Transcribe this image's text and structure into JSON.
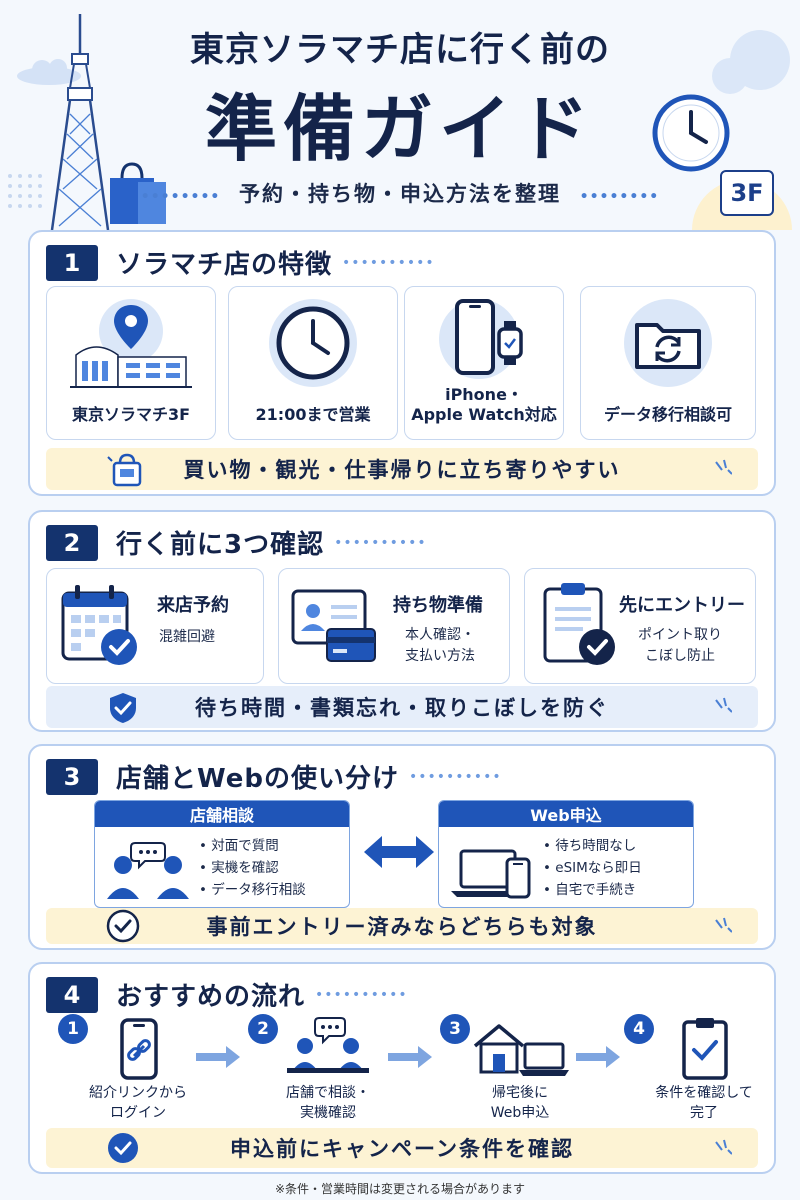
{
  "header": {
    "title_line1": "東京ソラマチ店に行く前の",
    "title_line2": "準備ガイド",
    "subtitle": "予約・持ち物・申込方法を整理",
    "badge": "3F"
  },
  "sections": [
    {
      "number": "1",
      "title": "ソラマチ店の特徴",
      "features": [
        {
          "icon": "map-pin-building-icon",
          "label": "東京ソラマチ3F"
        },
        {
          "icon": "clock-icon",
          "label": "21:00まで営業"
        },
        {
          "icon": "iphone-watch-icon",
          "label_line1": "iPhone・",
          "label_line2": "Apple Watch対応"
        },
        {
          "icon": "folder-sync-icon",
          "label": "データ移行相談可"
        }
      ],
      "banner": "買い物・観光・仕事帰りに立ち寄りやすい"
    },
    {
      "number": "2",
      "title": "行く前に3つ確認",
      "checks": [
        {
          "icon": "calendar-check-icon",
          "title": "来店予約",
          "sub_line1": "混雑回避",
          "sub_line2": ""
        },
        {
          "icon": "id-card-icon",
          "title": "持ち物準備",
          "sub_line1": "本人確認・",
          "sub_line2": "支払い方法"
        },
        {
          "icon": "clipboard-check-icon",
          "title": "先にエントリー",
          "sub_line1": "ポイント取り",
          "sub_line2": "こぼし防止"
        }
      ],
      "banner": "待ち時間・書類忘れ・取りこぼしを防ぐ"
    },
    {
      "number": "3",
      "title": "店舗とWebの使い分け",
      "store": {
        "head": "店舗相談",
        "items": [
          "対面で質問",
          "実機を確認",
          "データ移行相談"
        ]
      },
      "web": {
        "head": "Web申込",
        "items": [
          "待ち時間なし",
          "eSIMなら即日",
          "自宅で手続き"
        ]
      },
      "banner": "事前エントリー済みならどちらも対象"
    },
    {
      "number": "4",
      "title": "おすすめの流れ",
      "steps": [
        {
          "num": "1",
          "icon": "phone-link-icon",
          "line1": "紹介リンクから",
          "line2": "ログイン"
        },
        {
          "num": "2",
          "icon": "consultation-icon",
          "line1": "店舗で相談・",
          "line2": "実機確認"
        },
        {
          "num": "3",
          "icon": "home-laptop-icon",
          "line1": "帰宅後に",
          "line2": "Web申込"
        },
        {
          "num": "4",
          "icon": "clipboard-check-icon",
          "line1": "条件を確認して",
          "line2": "完了"
        }
      ],
      "banner": "申込前にキャンペーン条件を確認"
    }
  ],
  "footnote": "※条件・営業時間は変更される場合があります",
  "colors": {
    "navy": "#14336e",
    "accent": "#1f55b8",
    "light_blue": "#dbe7f8",
    "yellow": "#fdf3d4"
  }
}
